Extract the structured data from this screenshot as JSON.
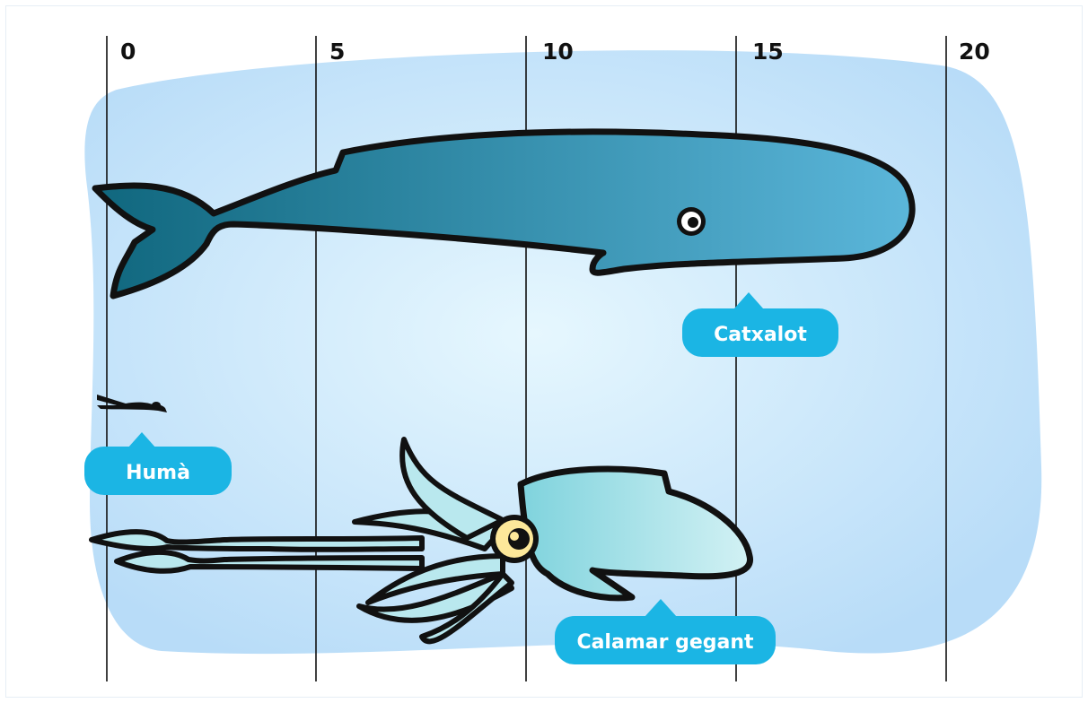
{
  "scale": {
    "ticks": [
      "0",
      "5",
      "10",
      "15",
      "20"
    ]
  },
  "labels": {
    "whale": "Catxalot",
    "human": "Humà",
    "squid": "Calamar gegant"
  },
  "animals": [
    {
      "name": "Catxalot",
      "length_m": 19
    },
    {
      "name": "Humà",
      "length_m": 1.7
    },
    {
      "name": "Calamar gegant",
      "length_m": 16
    }
  ],
  "colors": {
    "background": "#bfe3fb",
    "whale_dark": "#19788e",
    "whale_light": "#56b1d6",
    "squid_light": "#c4ecf2",
    "squid_dark": "#7ed3dd",
    "label_bubble": "#1bb5e4",
    "eye_squid": "#fde89a"
  }
}
